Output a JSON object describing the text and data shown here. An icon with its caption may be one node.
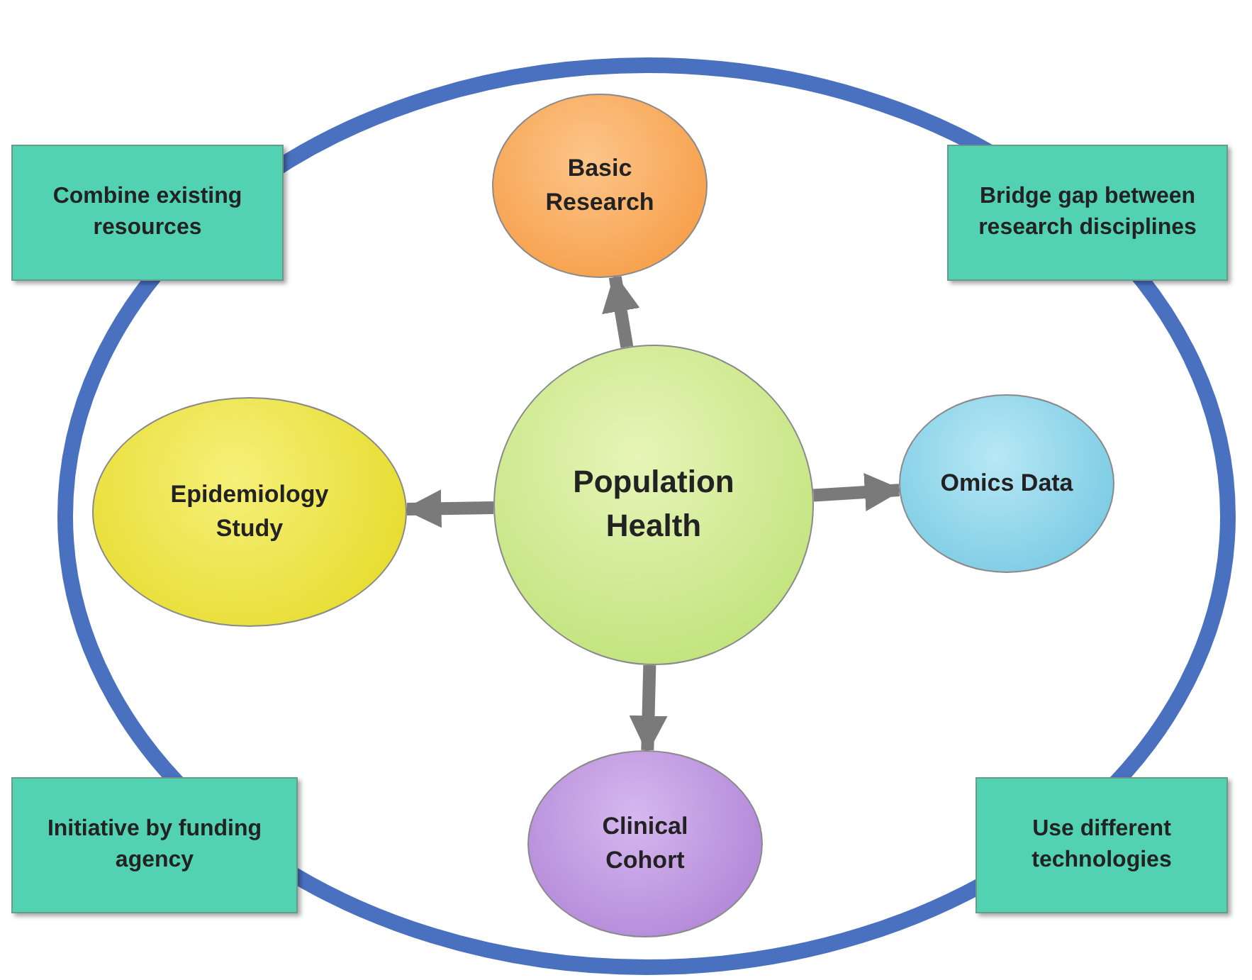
{
  "diagram": {
    "nodes": [
      {
        "text": [],
        "shape": "ellipse"
      },
      {
        "text": [
          "Population Health"
        ],
        "in": 0
      },
      {
        "text": [
          "Basic Research"
        ],
        "in": 0
      },
      {
        "text": [
          "Omics Data"
        ],
        "in": 0
      },
      {
        "text": [
          "Clinical Cohort"
        ],
        "in": 0
      },
      {
        "text": [
          "Epidemiology Study"
        ],
        "in": 0
      },
      {
        "text": [
          "Combine existing resources"
        ]
      },
      {
        "text": [
          "Bridge gap between research disciplines"
        ]
      },
      {
        "text": [
          "Initiative by funding agency"
        ]
      },
      {
        "text": [
          "Use different technologies"
        ]
      }
    ],
    "edges": [
      {
        "from": 1,
        "to": 2,
        "arrow": "to"
      },
      {
        "from": 1,
        "to": 3,
        "arrow": "to"
      },
      {
        "from": 1,
        "to": 4,
        "arrow": "to"
      },
      {
        "from": 1,
        "to": 5,
        "arrow": "to"
      }
    ]
  }
}
